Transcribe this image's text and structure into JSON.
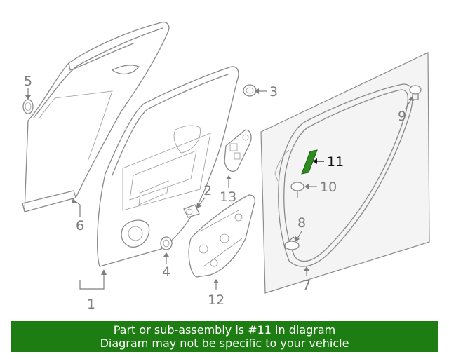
{
  "callouts": {
    "c1": "1",
    "c2": "2",
    "c3": "3",
    "c4": "4",
    "c5": "5",
    "c6": "6",
    "c7": "7",
    "c8": "8",
    "c9": "9",
    "c10": "10",
    "c11": "11",
    "c12": "12",
    "c13": "13"
  },
  "highlight": {
    "part": "11",
    "color": "#2e8b1f"
  },
  "banner": {
    "line1": "Part or sub-assembly is #11 in diagram",
    "line2": "Diagram may not be specific to your vehicle",
    "background": "#1e7d12"
  }
}
